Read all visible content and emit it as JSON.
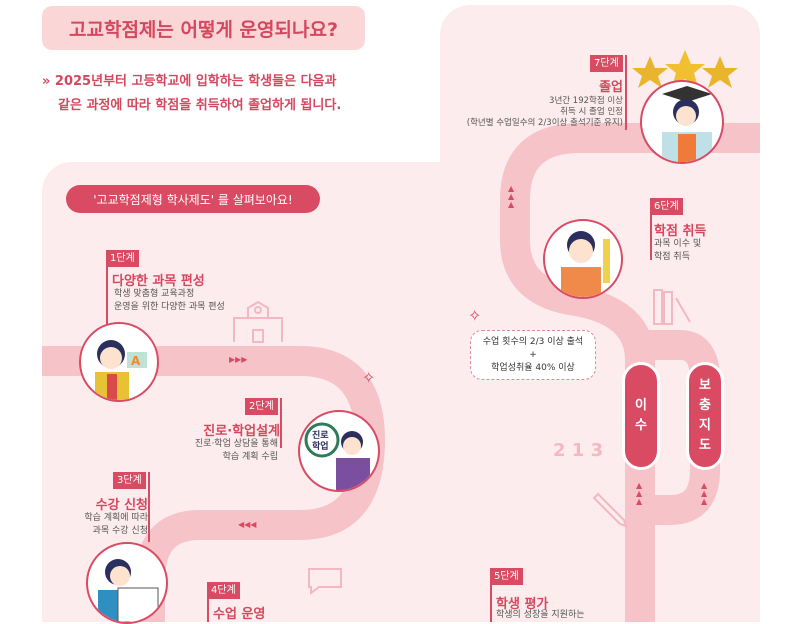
{
  "header": {
    "title": "고교학점제는 어떻게 운영되나요?",
    "intro_line1": "» 2025년부터 고등학교에 입학하는 학생들은 다음과",
    "intro_line2": "같은 과정에 따라 학점을 취득하여 졸업하게 됩니다."
  },
  "banner": "'고교학점제형 학사제도' 를 살펴보아요!",
  "steps": [
    {
      "label": "1단계",
      "title": "다양한 과목 편성",
      "desc1": "학생 맞춤형 교육과정",
      "desc2": "운영을 위한 다양한 과목 편성"
    },
    {
      "label": "2단계",
      "title": "진로·학업설계",
      "desc1": "진로·학업 상담을 통해",
      "desc2": "학습 계획 수립"
    },
    {
      "label": "3단계",
      "title": "수강 신청",
      "desc1": "학습 계획에 따라",
      "desc2": "과목 수강 신청"
    },
    {
      "label": "4단계",
      "title": "수업 운영"
    },
    {
      "label": "5단계",
      "title": "학생 평가",
      "desc1": "학생의 성장을 지원하는"
    },
    {
      "label": "6단계",
      "title": "학점 취득",
      "desc1": "과목 이수 및",
      "desc2": "학점 취득"
    },
    {
      "label": "7단계",
      "title": "졸업",
      "desc1": "3년간 192학점 이상",
      "desc2": "취득 시 졸업 인정",
      "desc3": "(학년별 수업일수의 2/3이상 출석기준 유지)"
    }
  ],
  "criteria": {
    "line1": "수업 횟수의 2/3 이상 출석",
    "plus": "+",
    "line2": "학업성취율 40% 이상"
  },
  "branches": {
    "pass": [
      "이",
      "수"
    ],
    "remedial": [
      "보",
      "충",
      "지",
      "도"
    ]
  },
  "badges": {
    "career_sign": "진로 학업",
    "numbers": "2 1 3"
  },
  "colors": {
    "accent": "#d94a63",
    "panel": "#fdeced",
    "road": "#f6c3c8"
  }
}
